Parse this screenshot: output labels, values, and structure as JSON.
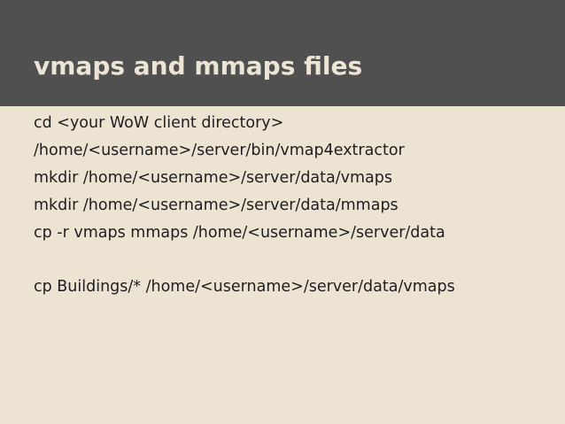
{
  "slide": {
    "title": "vmaps and mmaps files",
    "lines": [
      "cd <your WoW client directory>",
      "/home/<username>/server/bin/vmap4extractor",
      "mkdir /home/<username>/server/data/vmaps",
      "mkdir /home/<username>/server/data/mmaps",
      "cp -r vmaps mmaps /home/<username>/server/data",
      "cp Buildings/* /home/<username>/server/data/vmaps"
    ]
  },
  "colors": {
    "background": "#ede3d3",
    "header_band": "#505050",
    "title_text": "#ece4d4",
    "body_text": "#1e1e1e"
  }
}
